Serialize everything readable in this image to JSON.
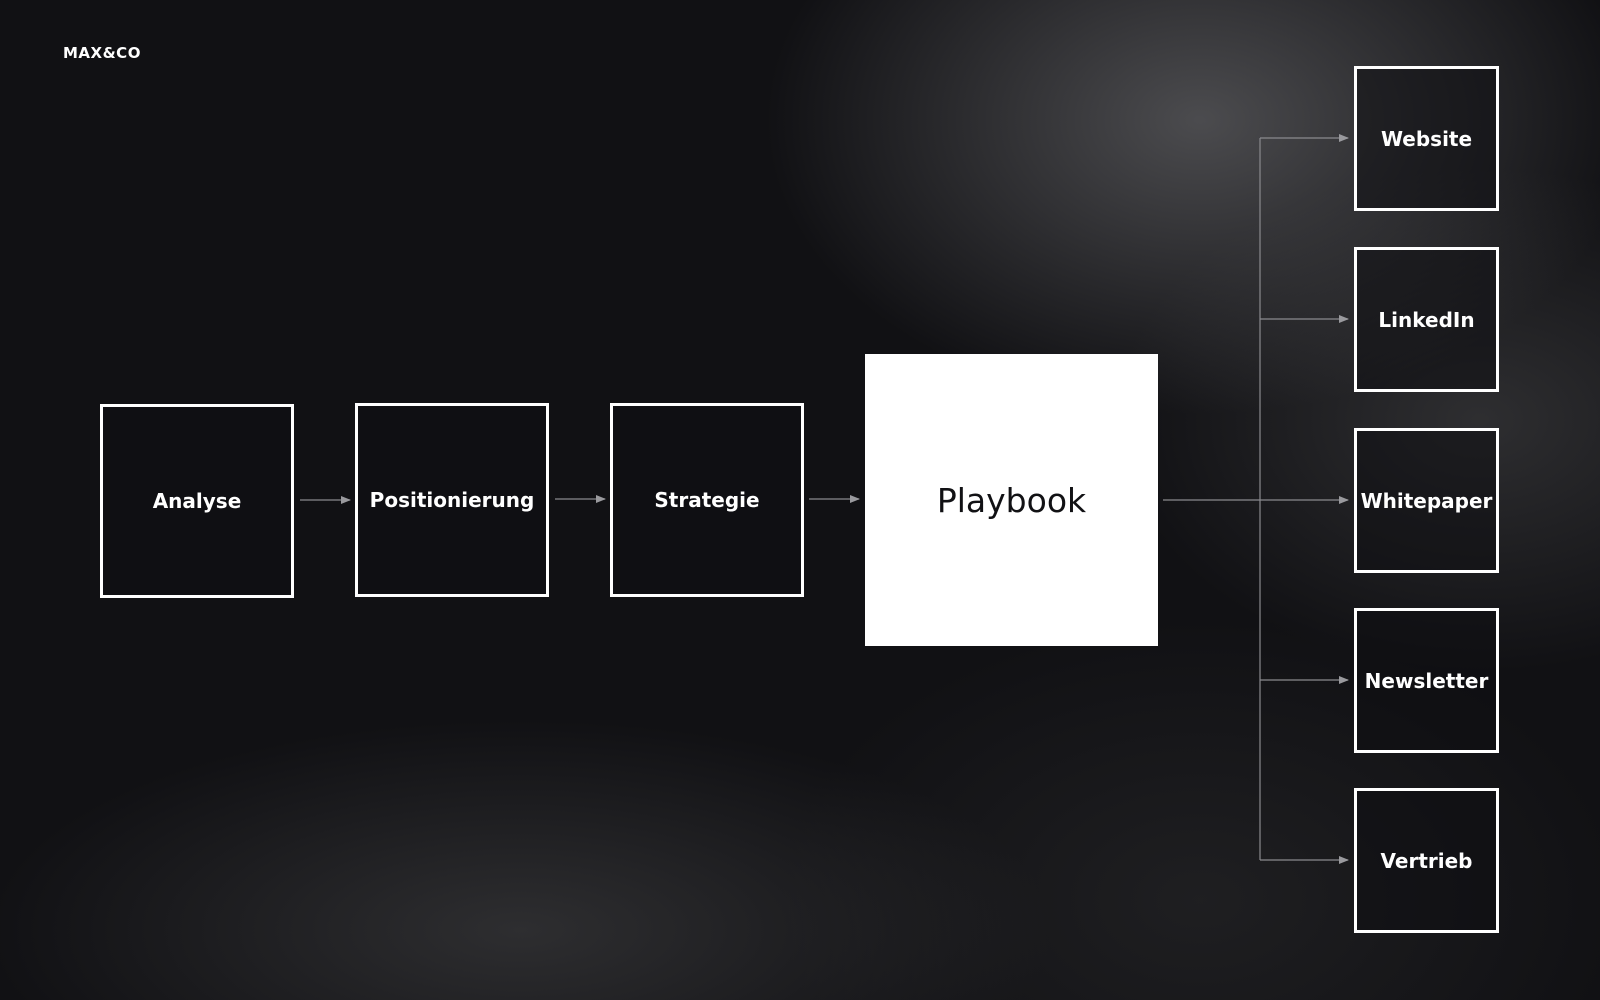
{
  "brand": {
    "logo": "MAX&CO"
  },
  "flow": {
    "steps": [
      "Analyse",
      "Positionierung",
      "Strategie"
    ],
    "center": "Playbook",
    "outputs": [
      "Website",
      "LinkedIn",
      "Whitepaper",
      "Newsletter",
      "Vertrieb"
    ]
  },
  "colors": {
    "background": "#111114",
    "box_border": "#ffffff",
    "center_fill": "#ffffff",
    "connector": "#8a8a8e"
  }
}
